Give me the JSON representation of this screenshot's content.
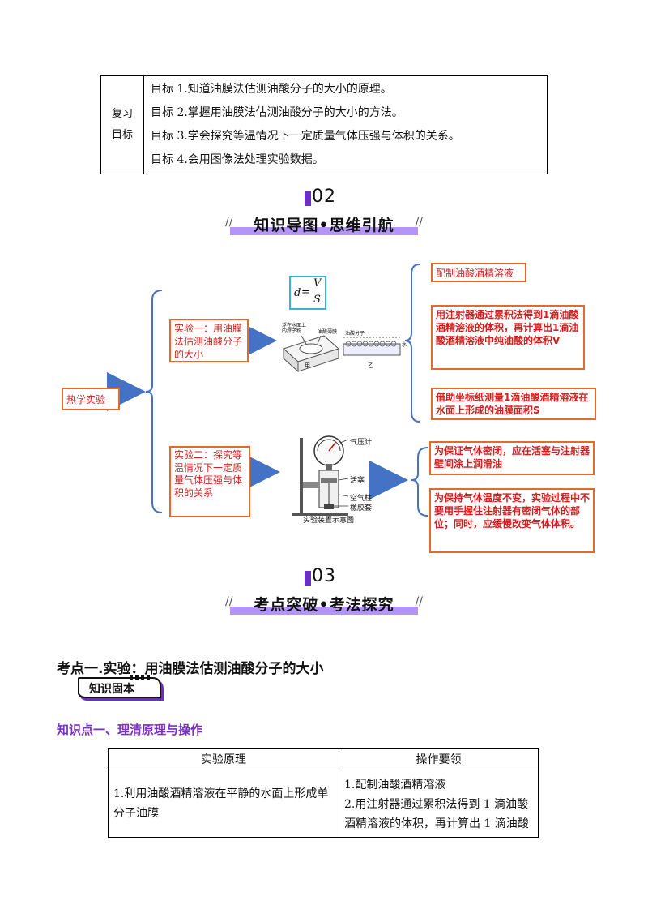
{
  "goals": {
    "label_line1": "复习",
    "label_line2": "目标",
    "items": [
      "目标 1.知道油膜法估测油酸分子的大小的原理。",
      "目标 2.掌握用油膜法估测油酸分子的大小的方法。",
      "目标 3.学会探究等温情况下一定质量气体压强与体积的关系。",
      "目标 4.会用图像法处理实验数据。"
    ]
  },
  "section2": {
    "number": "02",
    "title": "知识导图•思维引航"
  },
  "mindmap": {
    "root": "热学实验",
    "exp1": "实验一：用油膜法估测油酸分子的大小",
    "exp2": "实验二：探究等温情况下一定质量气体压强与体积的关系",
    "formula": {
      "lhs": "d",
      "eq": "=",
      "num": "V",
      "den": "S"
    },
    "fig1": {
      "label_a1": "浮在水面上",
      "label_a2": "的痱子粉",
      "label_b": "油酸薄膜",
      "label_c": "油酸分子",
      "label_d": "水",
      "cap_a": "甲",
      "cap_b": "乙"
    },
    "fig2": {
      "gauge": "气压计",
      "piston": "活塞",
      "air": "空气柱",
      "cap": "橡胶套",
      "caption": "实验装置示意图"
    },
    "exp1_steps": [
      "配制油酸酒精溶液",
      "用注射器通过累积法得到1滴油酸酒精溶液的体积，再计算出1滴油酸酒精溶液中纯油酸的体积V",
      "借助坐标纸测量1滴油酸酒精溶液在水面上形成的油膜面积S"
    ],
    "exp2_notes": [
      "为保证气体密闭，应在活塞与注射器壁间涂上润滑油",
      "为保持气体温度不变，实验过程中不要用手握住注射器有密闭气体的部位；同时，应缓慢改变气体体积。"
    ]
  },
  "section3": {
    "number": "03",
    "title": "考点突破•考法探究"
  },
  "topic1": "考点一.实验：用油膜法估测油酸分子的大小",
  "tag": "知识固本",
  "point1": "知识点一、理清原理与操作",
  "exp_table": {
    "h1": "实验原理",
    "h2": "操作要领",
    "principle": "1.利用油酸酒精溶液在平静的水面上形成单分子油膜",
    "ops1": "1.配制油酸酒精溶液",
    "ops2": "2.用注射器通过累积法得到 1 滴油酸酒精溶液的体积，再计算出 1 滴油酸"
  },
  "colors": {
    "accent_purple": "#7a2fc9",
    "red_text": "#d41f1f",
    "box_orange": "#e46a2a",
    "arrow_blue": "#4472c4"
  }
}
